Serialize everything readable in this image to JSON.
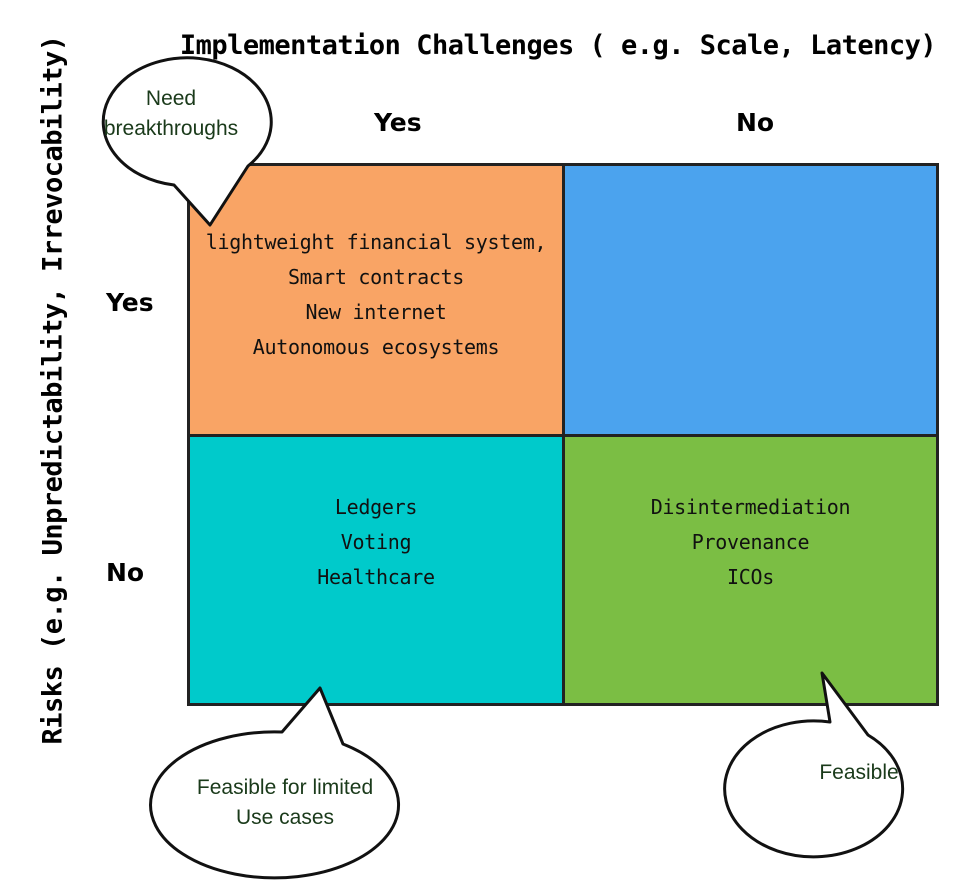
{
  "title": "Implementation Challenges ( e.g. Scale, Latency)",
  "y_axis_label": "Risks (e.g. Unpredictability, Irrevocability)",
  "columns": {
    "yes": "Yes",
    "no": "No"
  },
  "rows": {
    "yes": "Yes",
    "no": "No"
  },
  "colors": {
    "orange": "#F9A465",
    "blue": "#4BA3EE",
    "teal": "#00CACB",
    "green": "#7BBE44"
  },
  "quadrants": {
    "risk_yes_challenge_yes": [
      "lightweight financial system,",
      "Smart contracts",
      "New internet",
      "Autonomous ecosystems"
    ],
    "risk_no_challenge_yes": [
      "Ledgers",
      "Voting",
      "Healthcare"
    ],
    "risk_no_challenge_no": [
      "Disintermediation",
      "Provenance",
      "ICOs"
    ]
  },
  "callouts": {
    "top_left": [
      "Need",
      "breakthroughs"
    ],
    "bottom_left": [
      "Feasible for limited",
      "Use cases"
    ],
    "bottom_right": [
      "Feasible"
    ]
  }
}
